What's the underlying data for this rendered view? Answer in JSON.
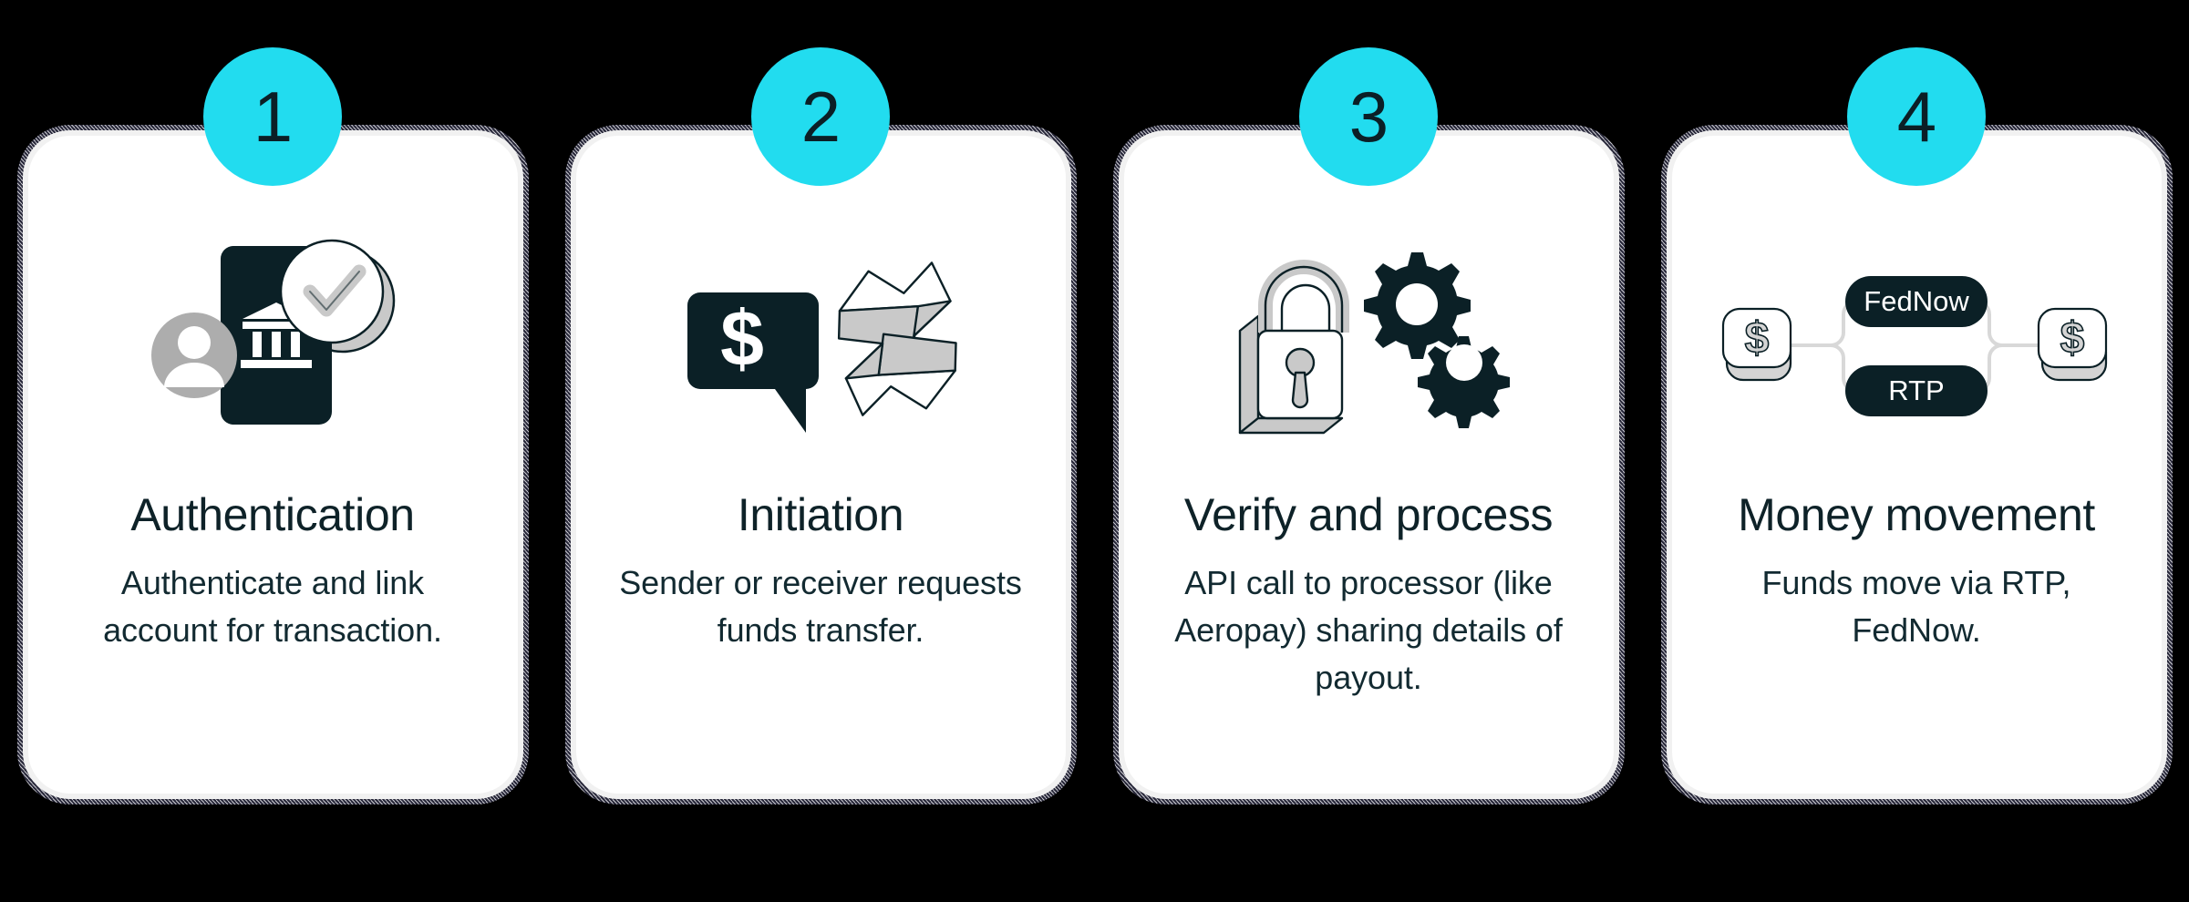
{
  "theme": {
    "background": "#000000",
    "card_background": "#ffffff",
    "badge_color": "#22dcef",
    "badge_text_color": "#0b1f26",
    "title_color": "#0e2228",
    "body_text_color": "#122a31",
    "icon_dark": "#0b2026",
    "icon_grey": "#b0b0b0",
    "icon_light_grey": "#d4d4d4"
  },
  "cards": [
    {
      "number": "1",
      "title": "Authentication",
      "description": "Authenticate and link account for transaction.",
      "icon_name": "bank-account-verified-icon",
      "icon_parts": [
        "user-avatar-icon",
        "bank-building-icon",
        "check-circle-icon"
      ]
    },
    {
      "number": "2",
      "title": "Initiation",
      "description": "Sender or receiver requests funds transfer.",
      "icon_name": "money-request-transfer-icon",
      "icon_parts": [
        "dollar-speech-bubble-icon",
        "exchange-arrows-icon"
      ]
    },
    {
      "number": "3",
      "title": "Verify and process",
      "description": "API call to processor (like Aeropay) sharing details of payout.",
      "icon_name": "secure-processing-icon",
      "icon_parts": [
        "padlock-icon",
        "gears-icon"
      ]
    },
    {
      "number": "4",
      "title": "Money movement",
      "description": "Funds move via RTP, FedNow.",
      "icon_name": "rails-network-icon",
      "icon_parts": [
        "dollar-token-icon",
        "fednow-pill",
        "rtp-pill",
        "dollar-token-icon"
      ],
      "rail_labels": [
        "FedNow",
        "RTP"
      ]
    }
  ]
}
